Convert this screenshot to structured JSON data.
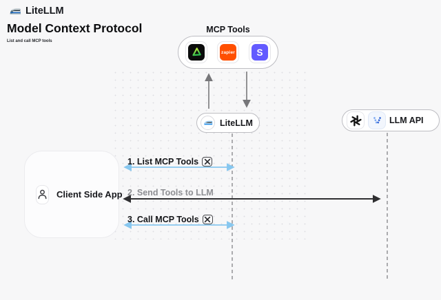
{
  "header": {
    "brand": "LiteLLM",
    "title": "Model Context Protocol",
    "subtitle": "List and call MCP tools"
  },
  "mcp_tools": {
    "label": "MCP Tools",
    "tools": [
      {
        "name": "green-triangle-tool",
        "bg": "#0b0c0c"
      },
      {
        "name": "zapier",
        "bg": "#ff4f00",
        "wordmark": "zapier"
      },
      {
        "name": "stripe",
        "bg": "#635bff",
        "wordmark": "S"
      }
    ]
  },
  "litellm_node": {
    "label": "LiteLLM"
  },
  "llm_api_node": {
    "label": "LLM API",
    "providers": [
      "openai",
      "vllm"
    ]
  },
  "client_node": {
    "label": "Client Side App"
  },
  "steps": [
    {
      "label": "1. List MCP Tools",
      "tool_icon": true,
      "arrow_color": "blue"
    },
    {
      "label": "2. Send Tools to LLM",
      "tool_icon": false,
      "arrow_color": "black"
    },
    {
      "label": "3. Call MCP Tools",
      "tool_icon": true,
      "arrow_color": "blue"
    }
  ],
  "icons": {
    "brand": "train-icon",
    "client": "person-icon",
    "step_badge": "hammer-wrench-icon",
    "mcp": [
      "triangle-tool-icon",
      "zapier-icon",
      "stripe-icon"
    ],
    "llm": [
      "openai-icon",
      "vllm-icon"
    ]
  },
  "colors": {
    "background": "#f7f7f8",
    "arrow_blue": "#87c7ef",
    "arrow_black": "#333333",
    "connector_gray": "#777779",
    "dashed_line": "#ababae",
    "zapier_orange": "#ff4f00",
    "stripe_purple": "#635bff"
  }
}
